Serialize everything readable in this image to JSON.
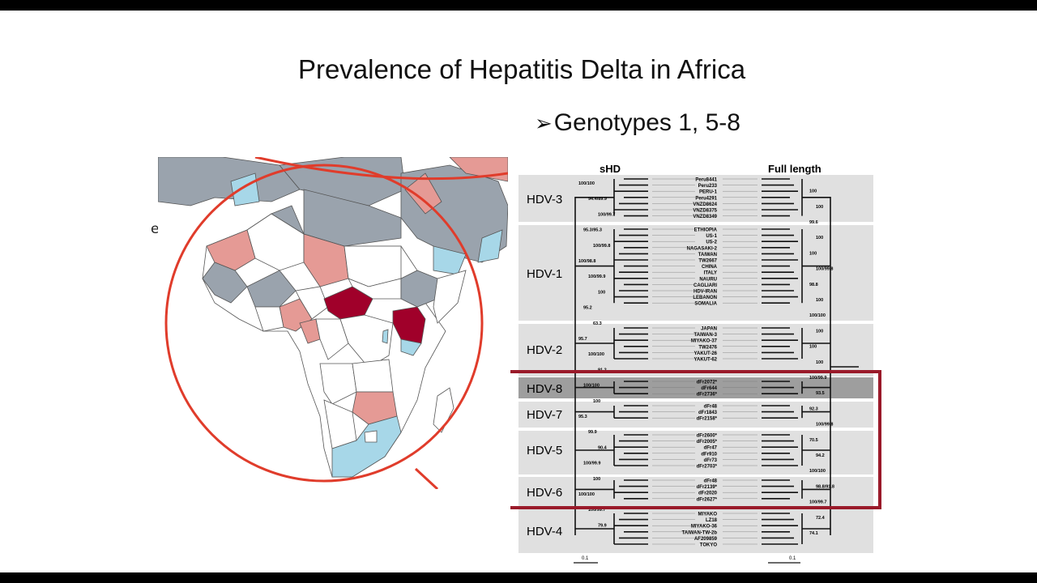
{
  "slide": {
    "title": "Prevalence of Hepatitis Delta in Africa",
    "bullet_marker": "➢",
    "bullet": "Genotypes 1, 5-8",
    "figure_label_fragment": "e 1"
  },
  "colors": {
    "background": "#ffffff",
    "circle": "#e03c2b",
    "highlight_box": "#9a1a2a",
    "high_prevalence": "#a0002a",
    "intermediate": "#e59a95",
    "no_data": "#9aa3ad",
    "low_prevalence": "#a7d7e8",
    "clade_band": "#e0e0e0",
    "hdv8_band": "#9e9e9e"
  },
  "tree": {
    "headers": {
      "left": "sHD",
      "right": "Full length"
    },
    "scale_bars": [
      "0.1",
      "0.1"
    ],
    "clades": [
      {
        "label": "HDV-3",
        "taxa": [
          "Peru8441",
          "Peru233",
          "PERU-1",
          "Peru4291",
          "VNZD8624",
          "VNZD8375",
          "VNZD8349"
        ]
      },
      {
        "label": "HDV-1",
        "taxa": [
          "ETHIOPIA",
          "US-1",
          "US-2",
          "NAGASAKI-2",
          "TAIWAN",
          "TW2667",
          "CHINA",
          "ITALY",
          "NAURU",
          "CAGLIARI",
          "HDV-IRAN",
          "LEBANON",
          "SOMALIA"
        ]
      },
      {
        "label": "HDV-2",
        "taxa": [
          "JAPAN",
          "TAIWAN-3",
          "MIYAKO-37",
          "TW2476",
          "YAKUT-26",
          "YAKUT-62"
        ]
      },
      {
        "label": "HDV-8",
        "taxa": [
          "dFr2072*",
          "dFr644",
          "dFr2736*"
        ]
      },
      {
        "label": "HDV-7",
        "taxa": [
          "dFr48",
          "dFr1843",
          "dFr2158*"
        ]
      },
      {
        "label": "HDV-5",
        "taxa": [
          "dFr2600*",
          "dFr2005*",
          "dFr47",
          "dFr910",
          "dFr73",
          "dFr2703*"
        ]
      },
      {
        "label": "HDV-6",
        "taxa": [
          "dFr48",
          "dFr2139*",
          "dFr2020",
          "dFr2627*"
        ]
      },
      {
        "label": "HDV-4",
        "taxa": [
          "MIYAKO",
          "LZ18",
          "MIYAKO-36",
          "TAIWAN-TW-2b",
          "AF209859",
          "TOKYO"
        ]
      }
    ],
    "support_values": [
      "100/100",
      "100",
      "94.4/89.9",
      "100",
      "100/99.7",
      "99.6",
      "95.3/95.3",
      "100",
      "100/99.8",
      "100",
      "100/98.8",
      "100/99.8",
      "100/99.9",
      "98.8",
      "100",
      "100",
      "95.2",
      "100/100",
      "63.3",
      "100",
      "95.7",
      "100",
      "100/100",
      "100",
      "91.2",
      "100/99.9",
      "100/100",
      "93.5",
      "100",
      "92.3",
      "95.3",
      "100/99.8",
      "99.9",
      "70.5",
      "90.4",
      "94.2",
      "100/99.9",
      "100/100",
      "100",
      "98.8/91.8",
      "100/100",
      "100/99.7",
      "100/99.7",
      "72.4",
      "79.9",
      "74.1"
    ]
  }
}
